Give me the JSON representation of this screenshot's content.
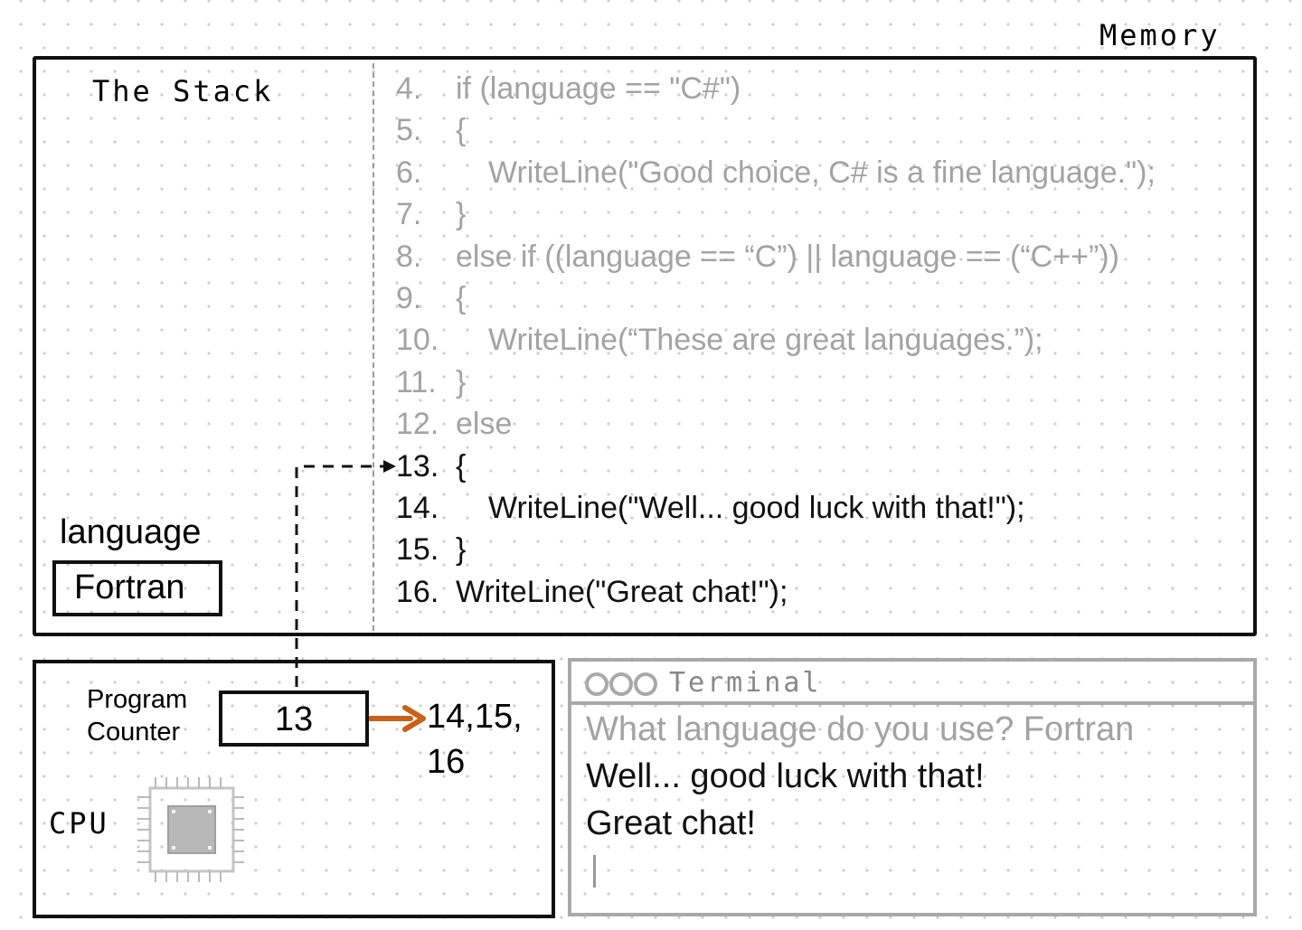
{
  "memory": {
    "title": "Memory"
  },
  "stack": {
    "title": "The Stack",
    "variable": {
      "name": "language",
      "value": "Fortran"
    }
  },
  "code": {
    "lines": [
      {
        "num": "4.",
        "text": "if (language == \"C#\")",
        "indent": false,
        "state": "past"
      },
      {
        "num": "5.",
        "text": "{",
        "indent": false,
        "state": "past"
      },
      {
        "num": "6.",
        "text": "WriteLine(\"Good choice, C# is a fine language.\");",
        "indent": true,
        "state": "past"
      },
      {
        "num": "7.",
        "text": "}",
        "indent": false,
        "state": "past"
      },
      {
        "num": "8.",
        "text": "else if ((language == “C”) || language == (“C++”))",
        "indent": false,
        "state": "past"
      },
      {
        "num": "9.",
        "text": "{",
        "indent": false,
        "state": "past"
      },
      {
        "num": "10.",
        "text": "WriteLine(“These are great languages.”);",
        "indent": true,
        "state": "past"
      },
      {
        "num": "11.",
        "text": "}",
        "indent": false,
        "state": "past"
      },
      {
        "num": "12.",
        "text": "else",
        "indent": false,
        "state": "past"
      },
      {
        "num": "13.",
        "text": "{",
        "indent": false,
        "state": "active"
      },
      {
        "num": "14.",
        "text": "WriteLine(\"Well... good luck with that!\");",
        "indent": true,
        "state": "active"
      },
      {
        "num": "15.",
        "text": "}",
        "indent": false,
        "state": "active"
      },
      {
        "num": "16.",
        "text": "WriteLine(\"Great chat!\");",
        "indent": false,
        "state": "active"
      }
    ]
  },
  "cpu": {
    "label": "CPU",
    "program_counter_label_1": "Program",
    "program_counter_label_2": "Counter",
    "program_counter_value": "13",
    "next_lines_1": "14,15,",
    "next_lines_2": "16",
    "chip_icon": "cpu-chip-icon",
    "arrow_color": "#c8621a"
  },
  "terminal": {
    "title": "Terminal",
    "dots": [
      "o",
      "o",
      "o"
    ],
    "lines": [
      {
        "text": "What language do you use? Fortran",
        "color": "#a3a3a3"
      },
      {
        "text": "Well... good luck with that!",
        "color": "#111111"
      },
      {
        "text": "Great chat!",
        "color": "#111111"
      }
    ]
  }
}
